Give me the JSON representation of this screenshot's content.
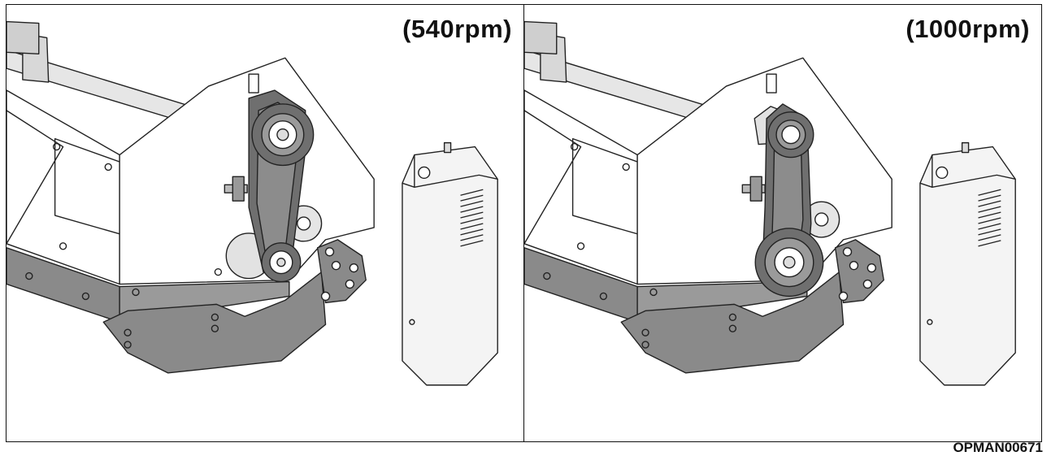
{
  "panels": [
    {
      "label": "(540rpm)",
      "lower_pulley": "small"
    },
    {
      "label": "(1000rpm)",
      "lower_pulley": "large"
    }
  ],
  "figure_id": "OPMAN00671",
  "colors": {
    "line": "#222222",
    "deck_gray": "#8a8a8a",
    "belt_gray": "#6f6f6f",
    "guard_fill": "#f4f4f4",
    "plate_fill": "#ffffff"
  }
}
